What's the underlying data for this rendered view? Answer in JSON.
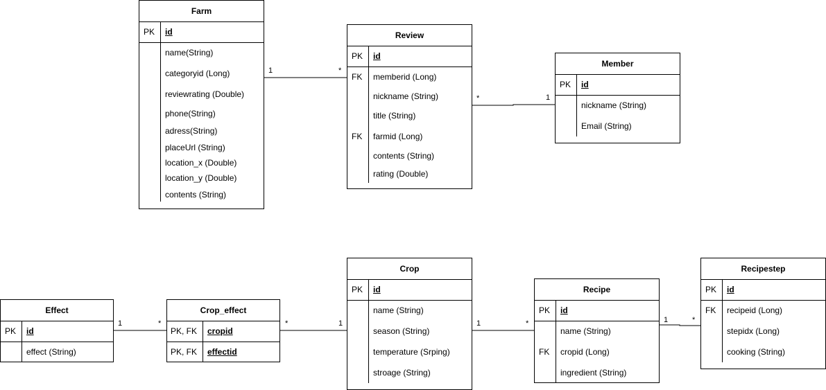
{
  "relations": [
    {
      "from": "1",
      "to": "*"
    },
    {
      "from": "*",
      "to": "1"
    },
    {
      "from": "1",
      "to": "*"
    },
    {
      "from": "*",
      "to": "1"
    },
    {
      "from": "1",
      "to": "*"
    },
    {
      "from": "1",
      "to": "*"
    }
  ],
  "farm": {
    "name": "Farm",
    "pk": {
      "key": "PK",
      "name": "id"
    },
    "attrs": [
      "name(String)",
      "categoryid (Long)",
      "reviewrating (Double)",
      "phone(String)",
      "adress(String)",
      "placeUrl (String)",
      "location_x (Double)",
      "location_y (Double)",
      "contents (String)"
    ]
  },
  "review": {
    "name": "Review",
    "pk": {
      "key": "PK",
      "name": "id"
    },
    "attrs": [
      {
        "key": "FK",
        "name": "memberid (Long)"
      },
      {
        "key": "",
        "name": "nickname (String)"
      },
      {
        "key": "",
        "name": "title (String)"
      },
      {
        "key": "FK",
        "name": "farmid (Long)"
      },
      {
        "key": "",
        "name": "contents (String)"
      },
      {
        "key": "",
        "name": "rating (Double)"
      }
    ]
  },
  "member": {
    "name": "Member",
    "pk": {
      "key": "PK",
      "name": "id"
    },
    "attrs": [
      "nickname (String)",
      "Email (String)"
    ]
  },
  "effect": {
    "name": "Effect",
    "pk": {
      "key": "PK",
      "name": "id"
    },
    "attrs": [
      "effect (String)"
    ]
  },
  "crop_effect": {
    "name": "Crop_effect",
    "rows": [
      {
        "key": "PK, FK",
        "name": "cropid"
      },
      {
        "key": "PK, FK",
        "name": "effectid"
      }
    ]
  },
  "crop": {
    "name": "Crop",
    "pk": {
      "key": "PK",
      "name": "id"
    },
    "attrs": [
      "name (String)",
      "season (String)",
      "temperature (Srping)",
      "stroage (String)"
    ]
  },
  "recipe": {
    "name": "Recipe",
    "pk": {
      "key": "PK",
      "name": "id"
    },
    "attrs": [
      {
        "key": "",
        "name": "name (String)"
      },
      {
        "key": "FK",
        "name": "cropid (Long)"
      },
      {
        "key": "",
        "name": "ingredient (String)"
      }
    ]
  },
  "recipestep": {
    "name": "Recipestep",
    "pk": {
      "key": "PK",
      "name": "id"
    },
    "attrs": [
      {
        "key": "FK",
        "name": "recipeid (Long)"
      },
      {
        "key": "",
        "name": "stepidx (Long)"
      },
      {
        "key": "",
        "name": "cooking (String)"
      }
    ]
  }
}
